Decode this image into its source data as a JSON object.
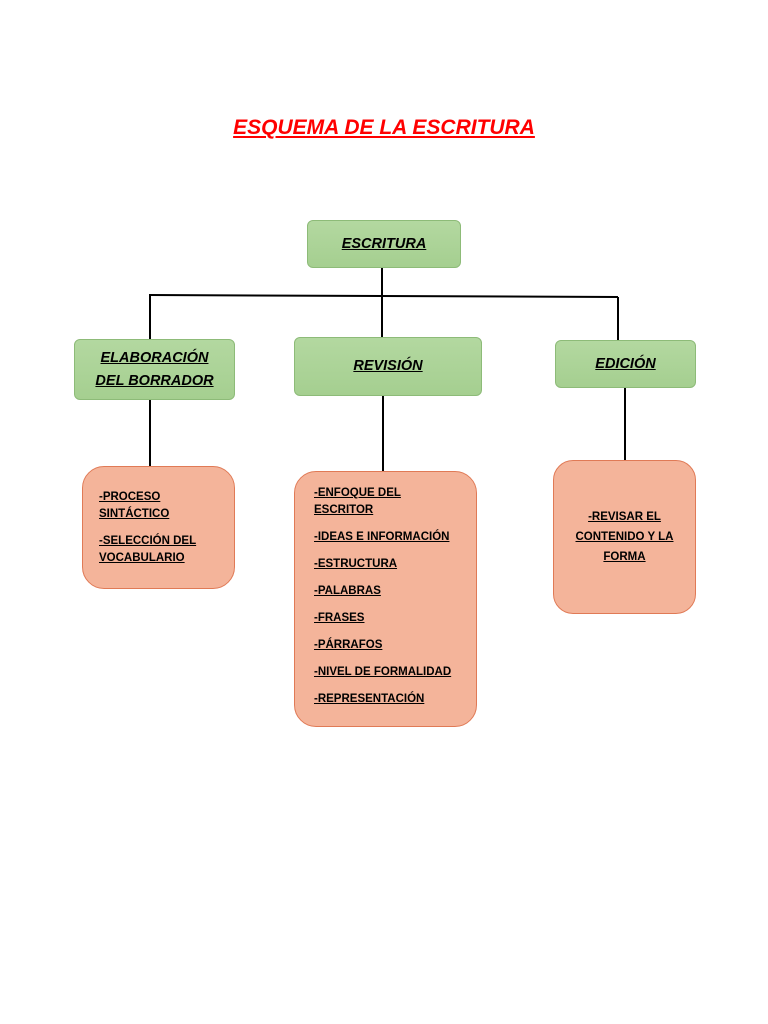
{
  "title": "ESQUEMA DE LA ESCRITURA",
  "root": {
    "label": "ESCRITURA"
  },
  "branches": [
    {
      "label": "ELABORACIÓN DEL BORRADOR",
      "items": [
        "-PROCESO SINTÁCTICO",
        "-SELECCIÓN DEL VOCABULARIO"
      ]
    },
    {
      "label": "REVISIÓN",
      "items": [
        "-ENFOQUE DEL ESCRITOR",
        "-IDEAS E INFORMACIÓN",
        "-ESTRUCTURA",
        "-PALABRAS",
        "-FRASES",
        "-PÁRRAFOS",
        "-NIVEL DE FORMALIDAD",
        "-REPRESENTACIÓN"
      ]
    },
    {
      "label": "EDICIÓN",
      "items": [
        "-REVISAR EL CONTENIDO Y LA FORMA"
      ]
    }
  ],
  "colors": {
    "title": "#ff0000",
    "node_fill": "#a9d18e",
    "detail_fill": "#f4b49a",
    "detail_border": "#e07a56"
  }
}
